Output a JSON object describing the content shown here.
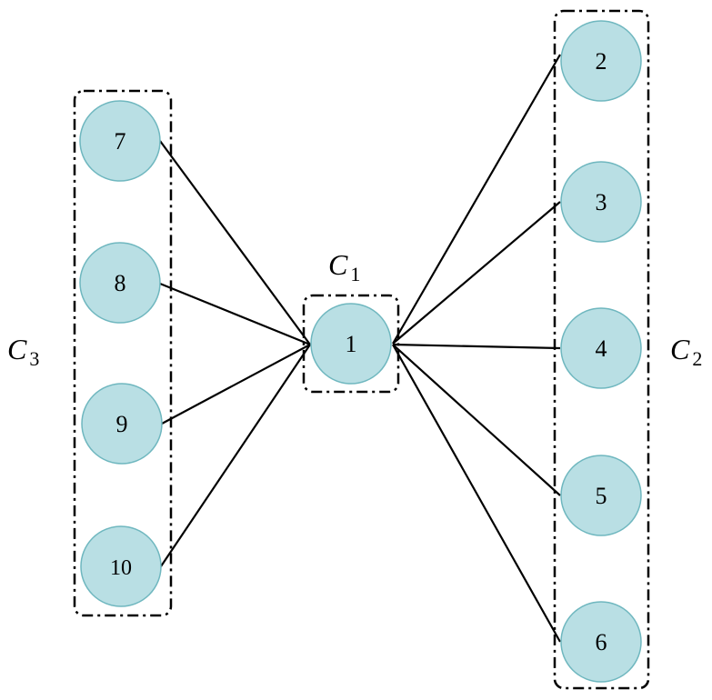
{
  "colors": {
    "node_fill": "#b9dfe4",
    "node_stroke": "#6fb7bf",
    "edge": "#000000",
    "box": "#000000"
  },
  "nodes": [
    {
      "id": "1",
      "label": "1"
    },
    {
      "id": "2",
      "label": "2"
    },
    {
      "id": "3",
      "label": "3"
    },
    {
      "id": "4",
      "label": "4"
    },
    {
      "id": "5",
      "label": "5"
    },
    {
      "id": "6",
      "label": "6"
    },
    {
      "id": "7",
      "label": "7"
    },
    {
      "id": "8",
      "label": "8"
    },
    {
      "id": "9",
      "label": "9"
    },
    {
      "id": "10",
      "label": "10"
    }
  ],
  "edges": [
    {
      "from": "1",
      "to": "2"
    },
    {
      "from": "1",
      "to": "3"
    },
    {
      "from": "1",
      "to": "4"
    },
    {
      "from": "1",
      "to": "5"
    },
    {
      "from": "1",
      "to": "6"
    },
    {
      "from": "7",
      "to": "1"
    },
    {
      "from": "8",
      "to": "1"
    },
    {
      "from": "9",
      "to": "1"
    },
    {
      "from": "10",
      "to": "1"
    }
  ],
  "clusters": [
    {
      "id": "c1",
      "letter": "C",
      "sub": "1",
      "members": [
        "1"
      ]
    },
    {
      "id": "c2",
      "letter": "C",
      "sub": "2",
      "members": [
        "2",
        "3",
        "4",
        "5",
        "6"
      ]
    },
    {
      "id": "c3",
      "letter": "C",
      "sub": "3",
      "members": [
        "7",
        "8",
        "9",
        "10"
      ]
    }
  ]
}
